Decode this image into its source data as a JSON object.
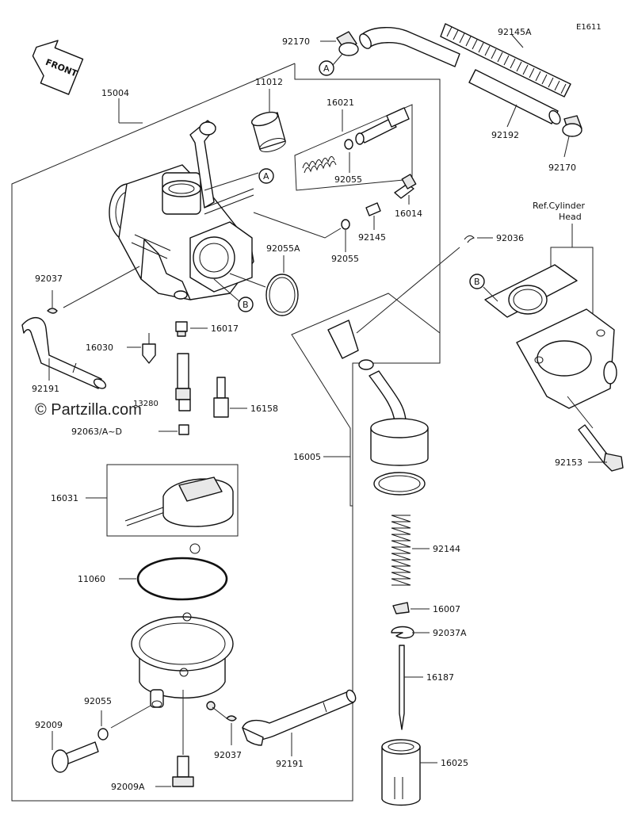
{
  "diagram": {
    "code": "E1611",
    "front_label": "FRONT",
    "watermark": "© Partzilla.com",
    "ref_note": [
      "Ref.Cylinder",
      "Head"
    ],
    "callouts": {
      "A": "A",
      "B": "B"
    },
    "parts": {
      "p15004": "15004",
      "p11012": "11012",
      "p16021": "16021",
      "p92055_top": "92055",
      "p16014": "16014",
      "p92145": "92145",
      "p92055_mid": "92055",
      "p92055A": "92055A",
      "p92170_top": "92170",
      "p92145A": "92145A",
      "p92192": "92192",
      "p92170_right": "92170",
      "p92036": "92036",
      "p92037_left": "92037",
      "p16030": "16030",
      "p16017": "16017",
      "p92191_left": "92191",
      "p13280": "13280",
      "p16158": "16158",
      "p92063": "92063/A~D",
      "p16005": "16005",
      "p92153": "92153",
      "p16031": "16031",
      "p11060": "11060",
      "p92144": "92144",
      "p16007": "16007",
      "p92037A": "92037A",
      "p16187": "16187",
      "p92055_bottom": "92055",
      "p92009": "92009",
      "p92037_bottom": "92037",
      "p92191_bottom": "92191",
      "p92009A": "92009A",
      "p16025": "16025"
    }
  }
}
